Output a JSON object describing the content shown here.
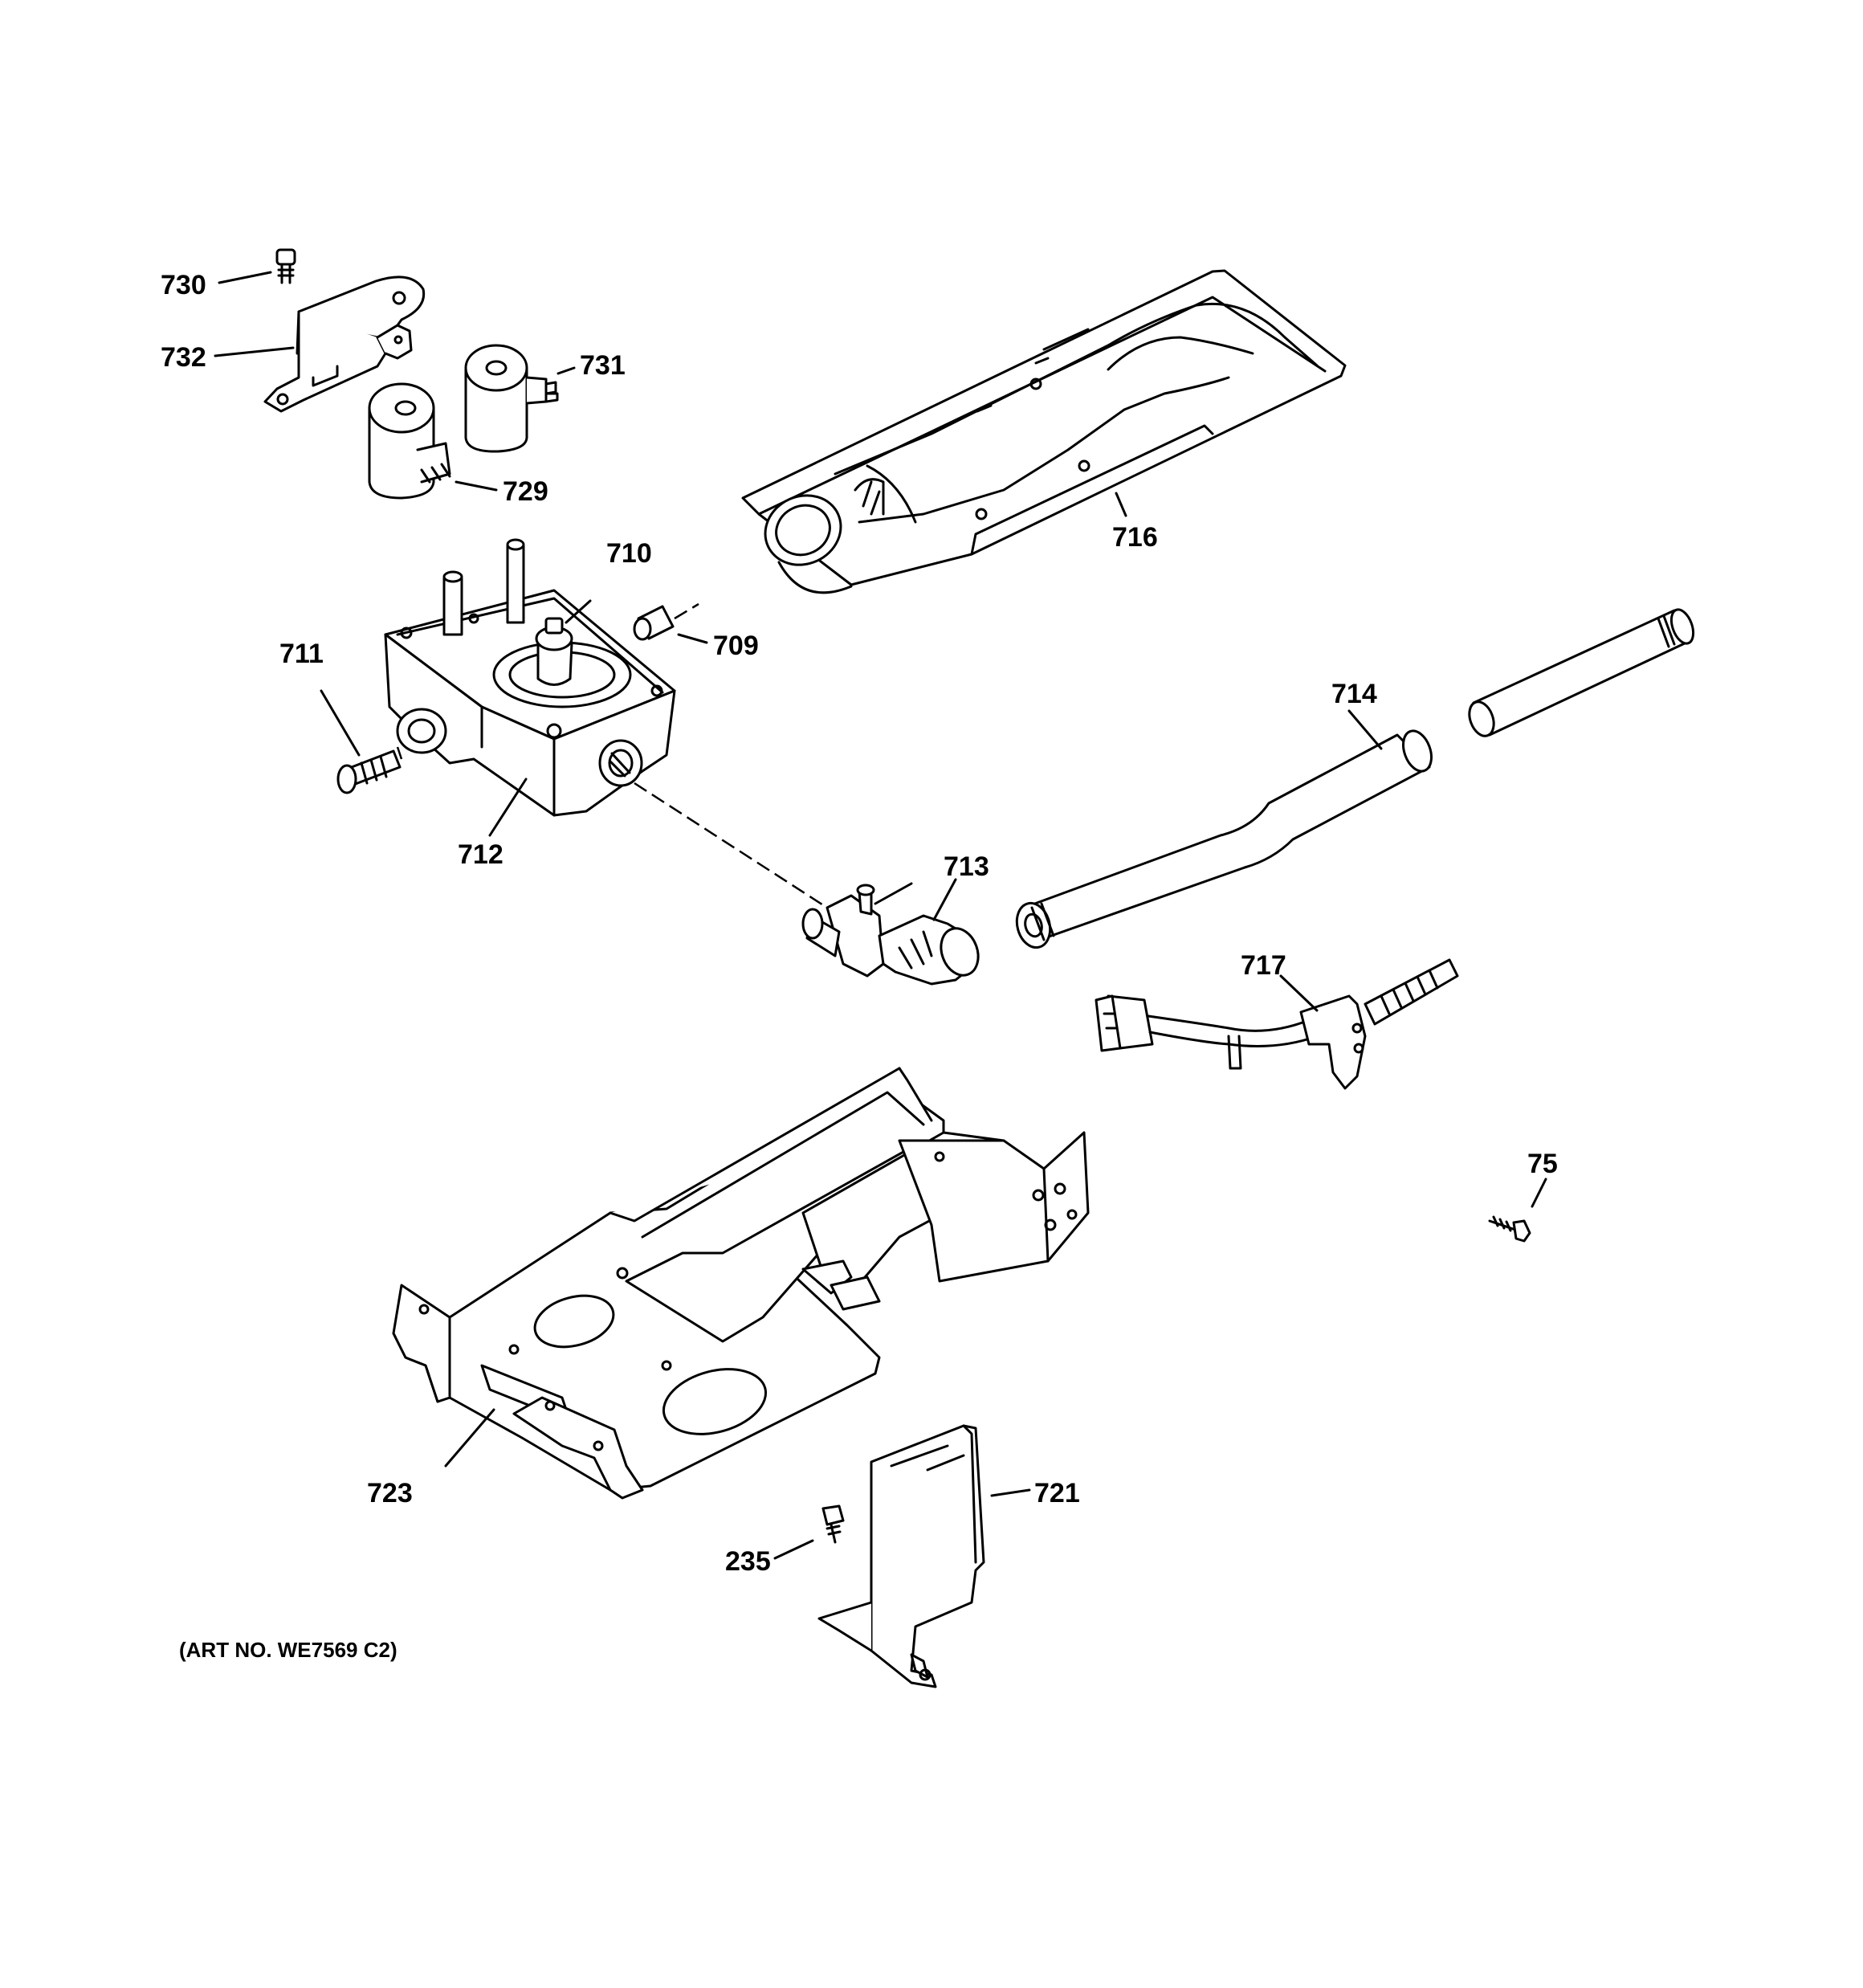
{
  "parts": {
    "p730": "730",
    "p732": "732",
    "p731": "731",
    "p729": "729",
    "p716": "716",
    "p710": "710",
    "p709": "709",
    "p711": "711",
    "p714": "714",
    "p712": "712",
    "p713": "713",
    "p717": "717",
    "p75": "75",
    "p723": "723",
    "p721": "721",
    "p235": "235"
  },
  "art_number": "(ART NO. WE7569 C2)"
}
